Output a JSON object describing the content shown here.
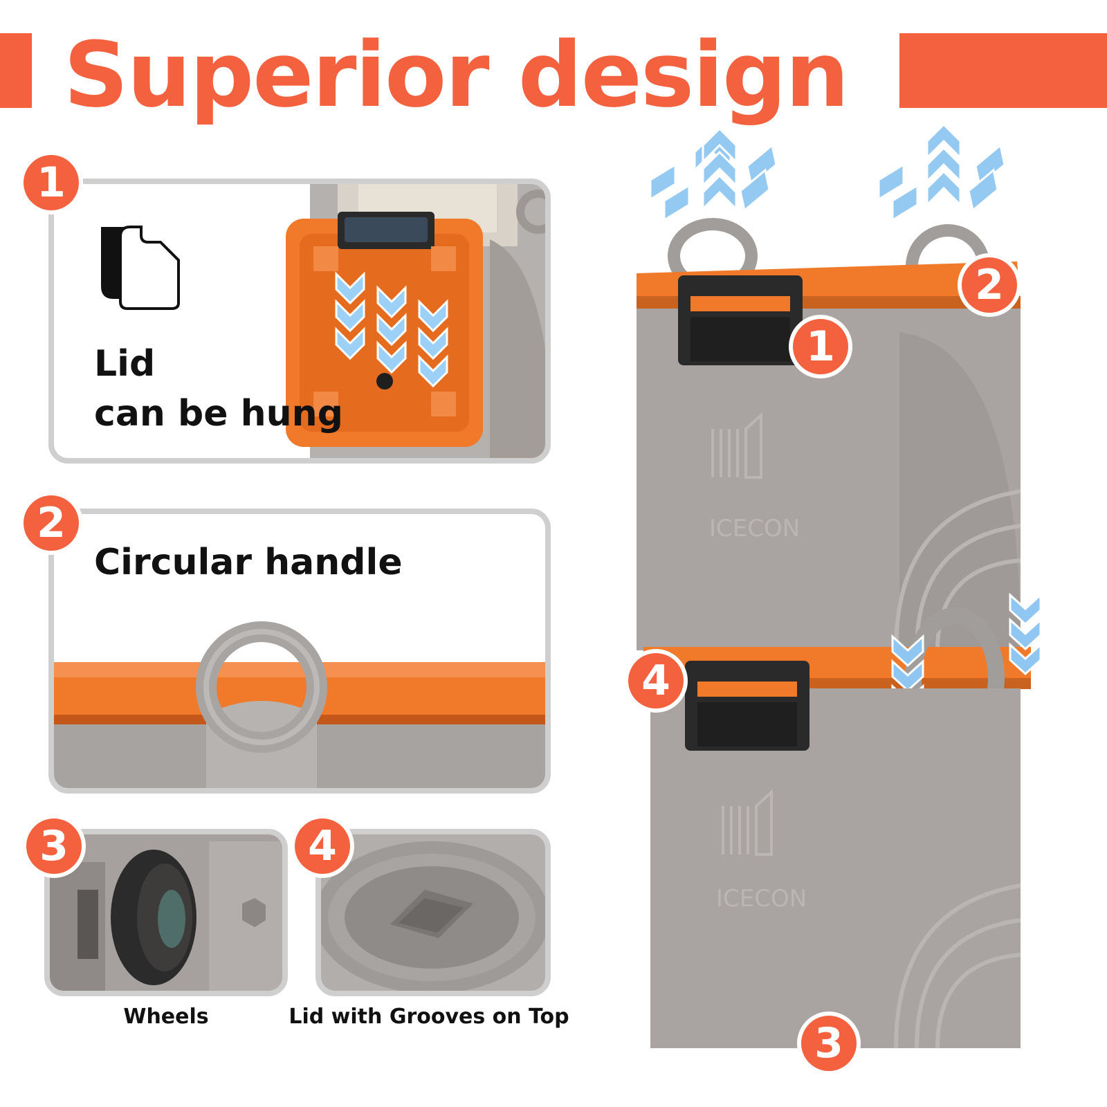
{
  "header": {
    "title": "Superior design"
  },
  "features": [
    {
      "number": "1",
      "lines": [
        "Lid",
        "can be hung"
      ]
    },
    {
      "number": "2",
      "label": "Circular handle"
    },
    {
      "number": "3",
      "caption": "Wheels"
    },
    {
      "number": "4",
      "caption": "Lid with Grooves on Top"
    }
  ],
  "product": {
    "brand": "ICECON",
    "callouts": [
      "1",
      "2",
      "3",
      "4"
    ]
  },
  "colors": {
    "accent": "#f4613f",
    "lid_orange": "#f07a2a",
    "body_gray": "#a9a4a1",
    "latch_black": "#2a2a2a",
    "arrow_blue": "#8fc7f2"
  }
}
